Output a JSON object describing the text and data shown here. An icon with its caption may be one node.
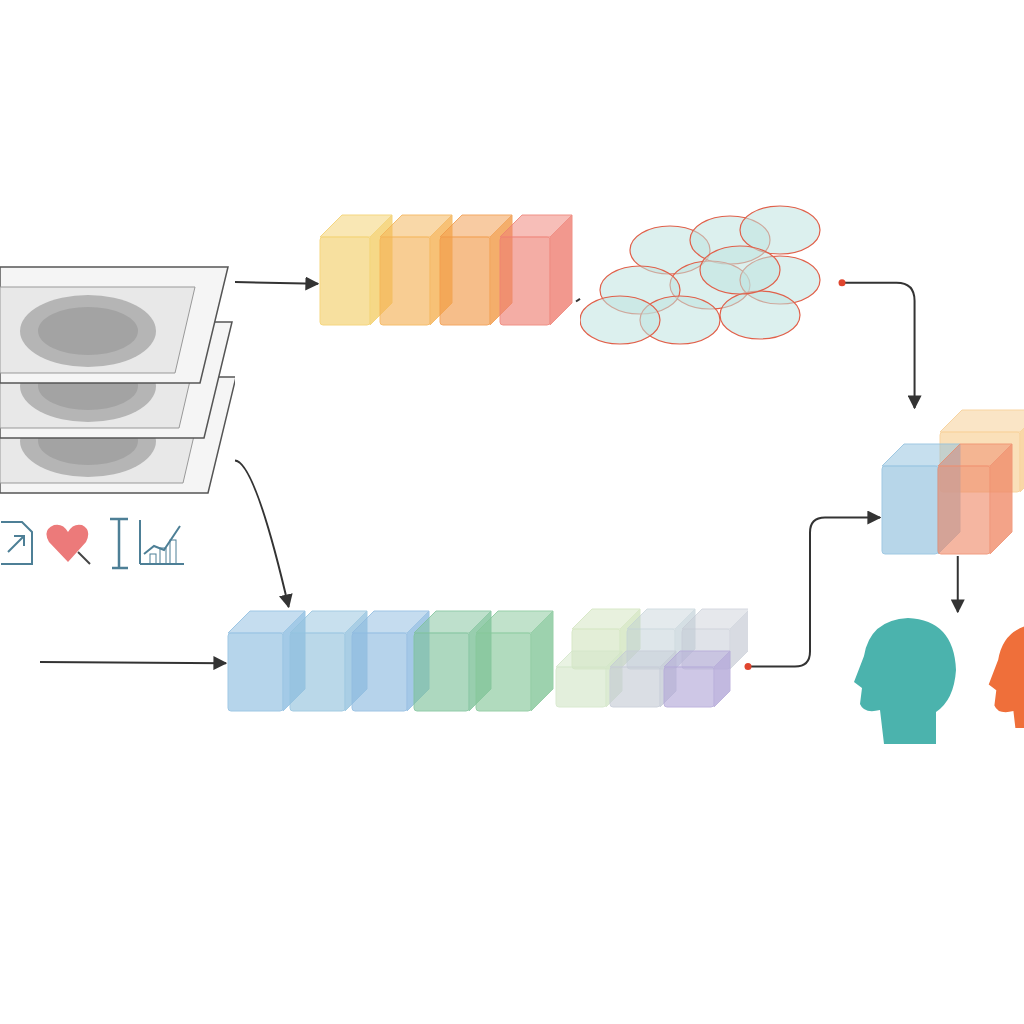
{
  "diagram": {
    "nodes": [
      {
        "text": [],
        "shape": "picture"
      },
      {
        "text": [],
        "shape": "picture"
      },
      {
        "text": [],
        "shape": "picture"
      },
      {
        "text": [],
        "shape": "picture"
      },
      {
        "text": [],
        "shape": "picture"
      },
      {
        "text": [],
        "shape": "picture"
      },
      {
        "text": [],
        "shape": "picture"
      }
    ],
    "edges": [
      {
        "from": 0,
        "to": 1,
        "arrow": "to"
      },
      {
        "from": 1,
        "to": 2,
        "arrow": "none"
      },
      {
        "from": 0,
        "to": 3,
        "arrow": "to"
      },
      {
        "from": null,
        "to": 3,
        "arrow": "to"
      },
      {
        "from": 2,
        "to": 4,
        "arrow": "to"
      },
      {
        "from": 3,
        "to": 4,
        "arrow": "to"
      },
      {
        "from": 4,
        "to": 5,
        "arrow": "to"
      }
    ]
  }
}
